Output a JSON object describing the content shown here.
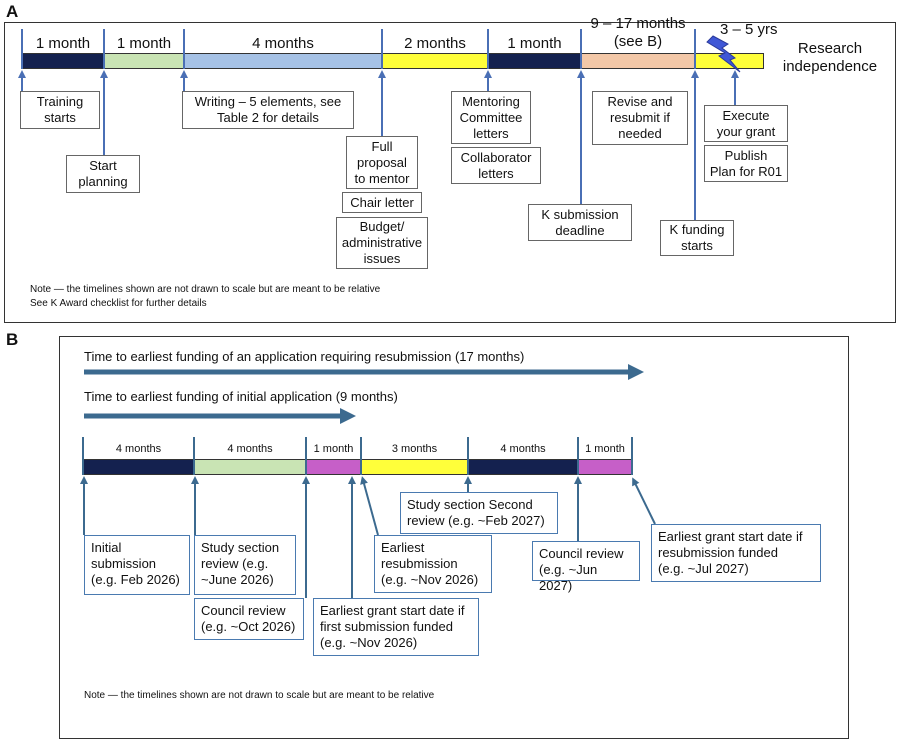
{
  "panel_a": {
    "letter": "A",
    "durations": [
      "1 month",
      "1 month",
      "4 months",
      "2 months",
      "1 month",
      "9 – 17 months\n(see B)",
      "3 – 5 yrs"
    ],
    "end_label": "Research\nindependence",
    "boxes": [
      "Training\nstarts",
      "Start\nplanning",
      "Writing – 5 elements, see\nTable 2 for details",
      "Full\nproposal\nto mentor",
      "Chair letter",
      "Budget/\nadministrative\nissues",
      "Mentoring\nCommittee\nletters",
      "Collaborator\nletters",
      "K submission\ndeadline",
      "Revise and\nresubmit if\nneeded",
      "K funding\nstarts",
      "Execute\nyour grant",
      "Publish\nPlan for R01"
    ],
    "note_lines": [
      "Note — the timelines shown are not drawn to scale but are meant to be relative",
      "See K Award checklist for further details"
    ]
  },
  "panel_b": {
    "letter": "B",
    "arrow_resubmission": "Time to earliest funding of an application requiring resubmission  (17 months)",
    "arrow_initial": "Time to earliest funding of initial application (9 months)",
    "durations": [
      "4 months",
      "4 months",
      "1 month",
      "3 months",
      "4 months",
      "1 month"
    ],
    "boxes": [
      "Initial\nsubmission\n(e.g. Feb 2026)",
      "Study section\nreview (e.g.\n~June 2026)",
      "Council  review\n(e.g. ~Oct 2026)",
      "Earliest grant start date if\nfirst submission funded\n(e.g. ~Nov 2026)",
      "Earliest\nresubmission\n(e.g. ~Nov 2026)",
      "Study section Second\nreview (e.g. ~Feb 2027)",
      "Council  review\n(e.g. ~Jun 2027)",
      "Earliest grant start date if\nresubmission funded\n(e.g. ~Jul 2027)"
    ],
    "note": "Note — the timelines shown are not drawn to scale but are meant to be relative"
  },
  "colors": {
    "navy": "#14214f",
    "green": "#c9e4b4",
    "light_blue": "#a6c2e6",
    "yellow": "#ffff3a",
    "peach": "#f3c8a8",
    "purple": "#c65fc8",
    "tick_blue": "#4a6fb5",
    "arrow_blue": "#3c6a8f"
  }
}
